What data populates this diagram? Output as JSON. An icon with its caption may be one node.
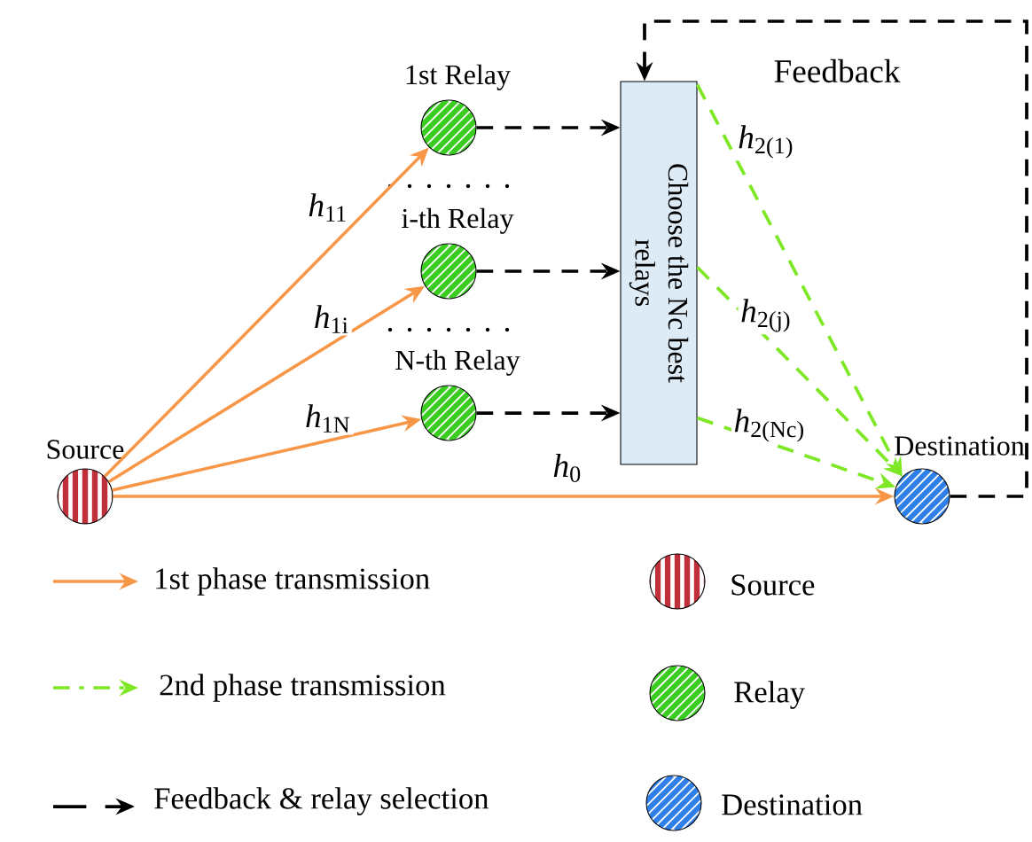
{
  "diagram": {
    "nodes": [
      {
        "text": [
          "Source"
        ]
      },
      {
        "text": [
          "1st Relay"
        ]
      },
      {
        "text": [
          "i-th Relay"
        ]
      },
      {
        "text": [
          "N-th Relay"
        ]
      },
      {
        "text": [
          "Choose the Nc best relays"
        ]
      },
      {
        "text": [
          "Destination"
        ]
      }
    ],
    "edges": [
      {
        "from": 0,
        "to": 1,
        "arrow": "to",
        "label": "*h*$_{11}$"
      },
      {
        "from": 0,
        "to": 2,
        "arrow": "to",
        "label": "*h*$_{1i}$"
      },
      {
        "from": 0,
        "to": 3,
        "arrow": "to",
        "label": "*h*$_{1N}$"
      },
      {
        "from": 0,
        "to": 5,
        "arrow": "to",
        "label": "*h*$_{0}$"
      },
      {
        "from": 1,
        "to": 4,
        "arrow": "to",
        "style": "dashed",
        "color": "#000000"
      },
      {
        "from": 2,
        "to": 4,
        "arrow": "to",
        "style": "dashed",
        "color": "#000000"
      },
      {
        "from": 3,
        "to": 4,
        "arrow": "to",
        "style": "dashed",
        "color": "#000000"
      },
      {
        "from": 4,
        "to": 5,
        "arrow": "to",
        "style": "dashed",
        "color": "#7fe826",
        "label": "*h*$_{2(1)}$"
      },
      {
        "from": 4,
        "to": 5,
        "arrow": "to",
        "style": "dashed",
        "color": "#7fe826",
        "label": "*h*$_{2(j)}$"
      },
      {
        "from": 4,
        "to": 5,
        "arrow": "to",
        "style": "dashed",
        "color": "#7fe826",
        "label": "*h*$_{2(Nc)}$"
      },
      {
        "from": 5,
        "to": 4,
        "arrow": "to",
        "style": "dashed",
        "color": "#000000",
        "label": "Feedback"
      }
    ],
    "legend": [
      {
        "text": "1st phase transmission"
      },
      {
        "text": "2nd phase transmission"
      },
      {
        "text": "Feedback & relay selection"
      },
      {
        "text": "Source"
      },
      {
        "text": "Relay"
      },
      {
        "text": "Destination"
      }
    ]
  }
}
